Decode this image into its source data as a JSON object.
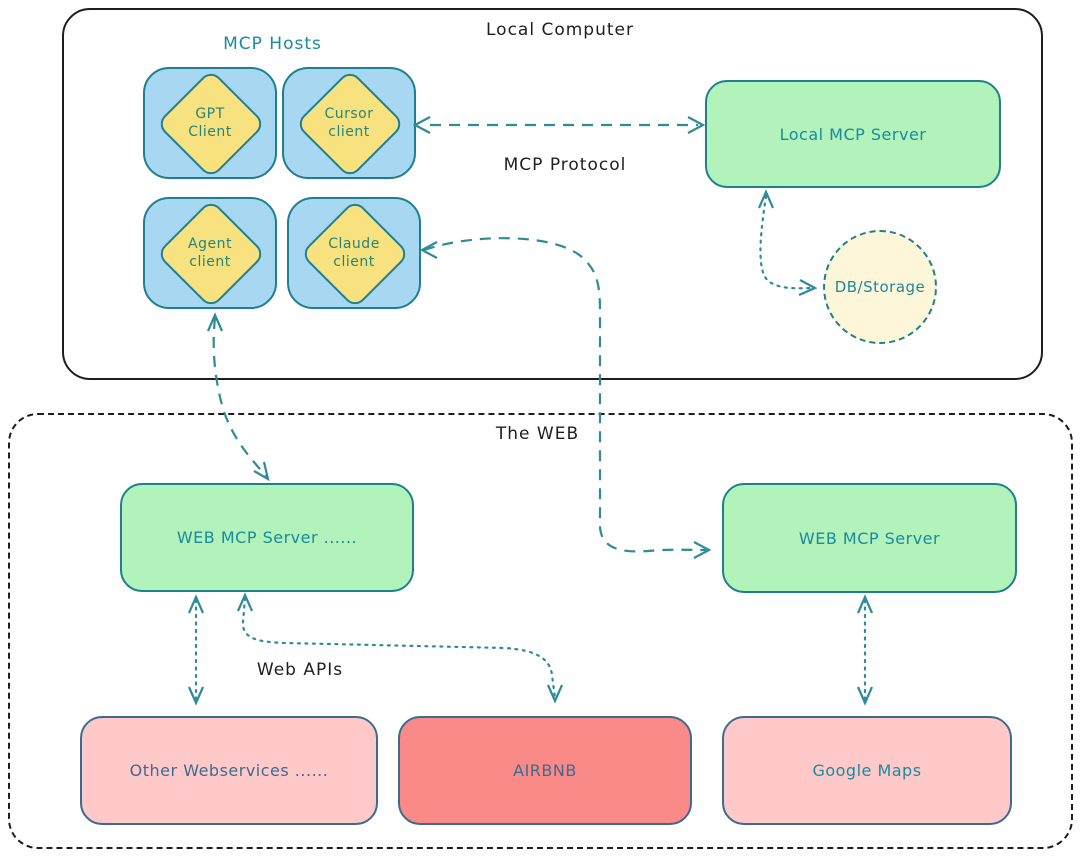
{
  "colors": {
    "background": "#ffffff",
    "container_border": "#1e1e1e",
    "arrow_teal": "#2f8a99",
    "shape_stroke_teal": "#1f7f8e",
    "client_fill_blue": "#a7d7f1",
    "diamond_fill_yellow": "#f8e27f",
    "server_fill_green": "#b2f2bb",
    "service_fill_pink": "#ffc9c9",
    "service_fill_red": "#fa8a87",
    "db_fill_cream": "#fdf6d8",
    "teal_text": "#1b8a9e",
    "steel_text": "#3d6a8f",
    "diamond_text": "#25857c"
  },
  "local_computer": {
    "title": "Local Computer",
    "mcp_hosts_label": "MCP Hosts",
    "mcp_protocol_label": "MCP Protocol",
    "clients": [
      {
        "line1": "GPT",
        "line2": "Client"
      },
      {
        "line1": "Cursor",
        "line2": "client"
      },
      {
        "line1": "Agent",
        "line2": "client"
      },
      {
        "line1": "Claude",
        "line2": "client"
      }
    ],
    "local_server_label": "Local MCP Server",
    "db_label": "DB/Storage"
  },
  "web": {
    "title": "The WEB",
    "web_apis_label": "Web APIs",
    "left_server_label": "WEB MCP Server ......",
    "right_server_label": "WEB MCP Server",
    "services": [
      {
        "label": "Other Webservices ......"
      },
      {
        "label": "AIRBNB"
      },
      {
        "label": "Google Maps"
      }
    ]
  }
}
